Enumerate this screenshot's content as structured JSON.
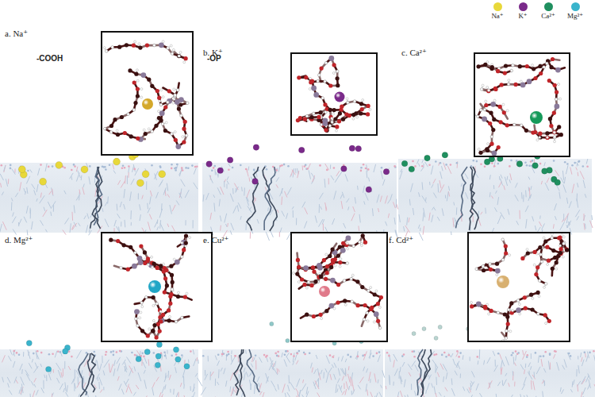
{
  "diagram": {
    "labels": [
      "a. Na⁺",
      "-COOH",
      "-OP",
      "b. K⁺",
      "c. Ca²⁺",
      "d. Mg²⁺",
      "e. Cu²⁺",
      "f. Cd²⁺"
    ],
    "legend": [
      {
        "text": "Na⁺",
        "color": "#e8d83a"
      },
      {
        "text": "K⁺",
        "color": "#7a2a8a"
      },
      {
        "text": "Ca²⁺",
        "color": "#1f8f5f"
      },
      {
        "text": "Mg²⁺",
        "color": "#3ab4cc"
      }
    ]
  }
}
